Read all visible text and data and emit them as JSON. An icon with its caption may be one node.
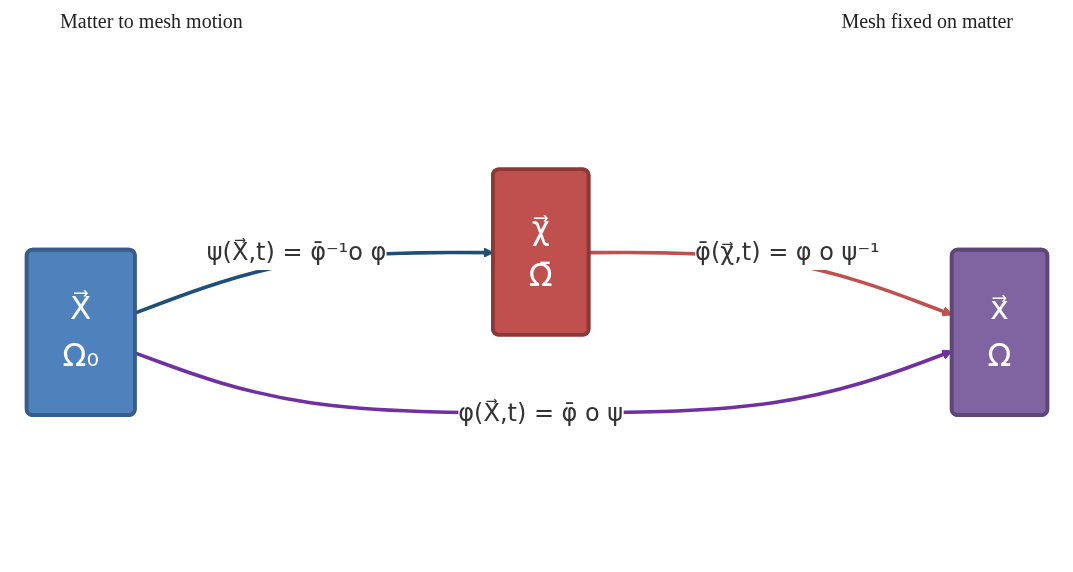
{
  "diagram": {
    "nodes": [
      {
        "text": [
          "X⃗",
          "Ω₀"
        ]
      },
      {
        "text": [
          "χ⃗",
          "Ω̄"
        ]
      },
      {
        "text": [
          "x⃗",
          "Ω"
        ]
      }
    ],
    "edges": [
      {
        "from": 0,
        "to": 1,
        "arrow": "to",
        "label": "ψ(X⃗,t) = φ̄⁻¹o φ",
        "color": "#1f4e79"
      },
      {
        "from": 1,
        "to": 2,
        "arrow": "to",
        "label": "φ̄(χ⃗,t) = φ o ψ⁻¹",
        "color": "#c0504d"
      },
      {
        "from": 0,
        "to": 2,
        "arrow": "to",
        "label": "φ(X⃗,t) = φ̄ o ψ",
        "color": "#7030a0"
      }
    ],
    "labels": [
      "Matter to mesh motion",
      "Mesh fixed on matter"
    ]
  }
}
